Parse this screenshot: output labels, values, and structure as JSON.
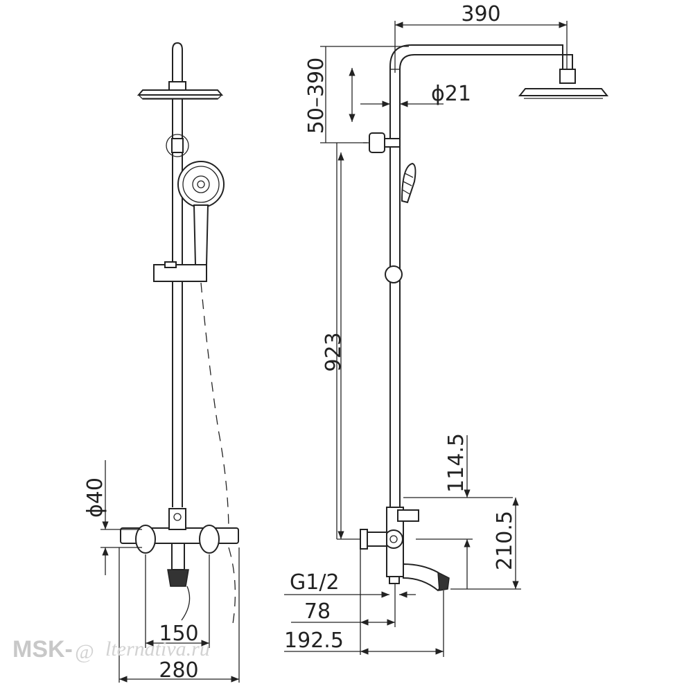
{
  "dimensions": {
    "arm_length": "390",
    "pipe_diameter": "ϕ21",
    "height_adjust": "50–390",
    "bar_height": "923",
    "diameter_40": "ϕ40",
    "dim_114_5": "114.5",
    "dim_210_5": "210.5",
    "thread": "G1/2",
    "dim_78": "78",
    "dim_150": "150",
    "dim_192_5": "192.5",
    "dim_280": "280"
  },
  "watermark": {
    "brand": "MSK-",
    "at": "@",
    "script": "lternativa.ru"
  },
  "colors": {
    "line": "#222222",
    "watermark": "#c8c8c8"
  }
}
